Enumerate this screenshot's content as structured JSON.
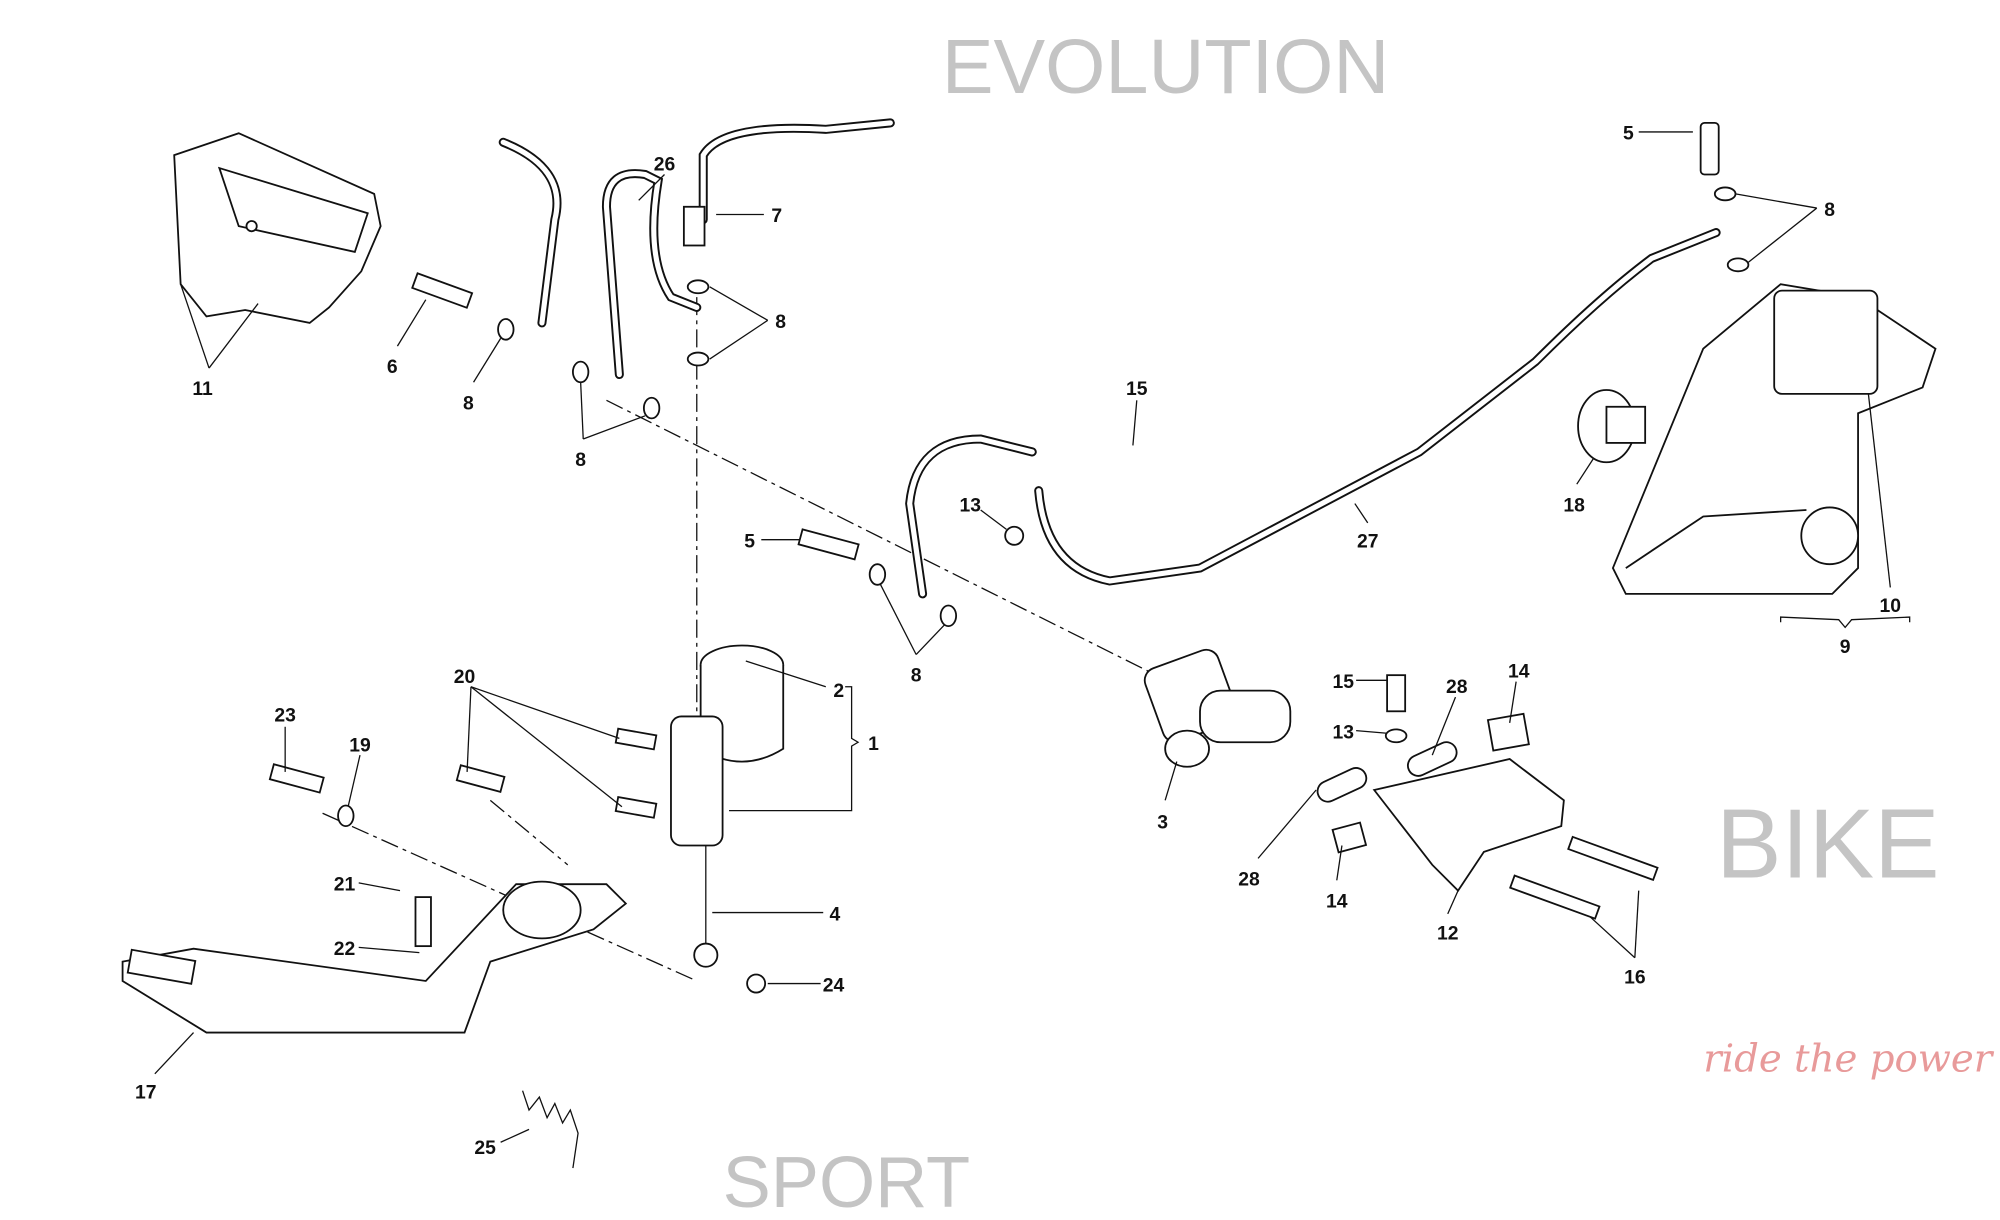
{
  "watermark": {
    "line1": "EVOLUTION",
    "line2": "BIKE",
    "line3": "SPORT",
    "tagline": "ride the power"
  },
  "callouts": [
    "11",
    "6",
    "8",
    "8",
    "26",
    "7",
    "8",
    "5",
    "8",
    "15",
    "13",
    "5",
    "8",
    "27",
    "18",
    "10",
    "9",
    "20",
    "2",
    "1",
    "23",
    "19",
    "3",
    "15",
    "28",
    "14",
    "13",
    "28",
    "14",
    "12",
    "16",
    "21",
    "22",
    "4",
    "24",
    "17",
    "25"
  ]
}
